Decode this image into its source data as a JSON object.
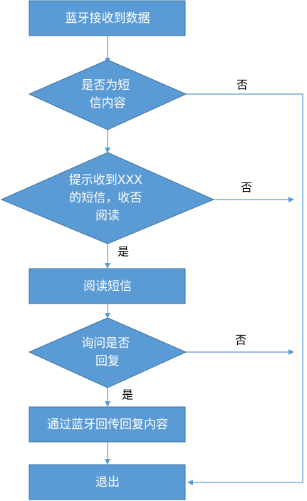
{
  "colors": {
    "node_fill": "#5B9BD5",
    "node_stroke": "#41719C",
    "connector": "#5B9BD5",
    "label_text": "#ffffff",
    "edge_text": "#000000"
  },
  "nodes": {
    "start": {
      "shape": "process",
      "lines": [
        "蓝牙接收到数据"
      ]
    },
    "is_sms": {
      "shape": "decision",
      "lines": [
        "是否为短",
        "信内容"
      ]
    },
    "prompt_read": {
      "shape": "decision",
      "lines": [
        "提示收到XXX",
        "的短信，收否",
        "阅读"
      ]
    },
    "read_sms": {
      "shape": "process",
      "lines": [
        "阅读短信"
      ]
    },
    "ask_reply": {
      "shape": "decision",
      "lines": [
        "询问是否",
        "回复"
      ]
    },
    "send_reply": {
      "shape": "process",
      "lines": [
        "通过蓝牙回传回复内容"
      ]
    },
    "exit": {
      "shape": "process",
      "lines": [
        "退出"
      ]
    }
  },
  "edge_labels": {
    "is_sms_no": "否",
    "prompt_no": "否",
    "prompt_yes": "是",
    "ask_reply_no": "否",
    "ask_reply_yes": "是"
  }
}
